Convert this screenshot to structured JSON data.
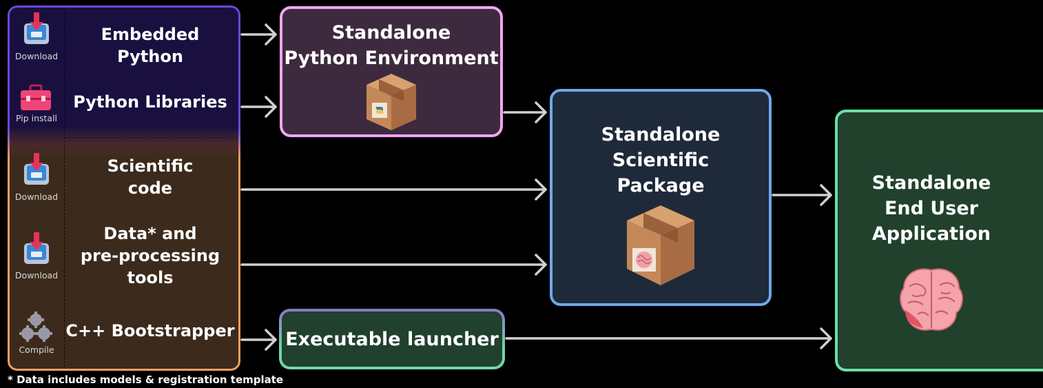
{
  "sources": {
    "embedded_python": {
      "label": "Embedded Python",
      "icon": "download-icon",
      "caption": "Download"
    },
    "python_libraries": {
      "label": "Python Libraries",
      "icon": "toolbox-icon",
      "caption": "Pip install"
    },
    "scientific_code": {
      "label_lines": [
        "Scientific",
        "code"
      ],
      "icon": "download-icon",
      "caption": "Download"
    },
    "data_tools": {
      "label_lines": [
        "Data* and",
        "pre-processing",
        "tools"
      ],
      "icon": "download-icon",
      "caption": "Download"
    },
    "cpp_bootstrapper": {
      "label": "C++ Bootstrapper",
      "icon": "gears-icon",
      "caption": "Compile"
    }
  },
  "nodes": {
    "environment": {
      "title_lines": [
        "Standalone",
        "Python Environment"
      ],
      "icon": "python-package-icon",
      "border": "#f2a6f2"
    },
    "package": {
      "title_lines": [
        "Standalone",
        "Scientific",
        "Package"
      ],
      "icon": "brain-package-icon",
      "border": "#6ea8ea"
    },
    "launcher": {
      "title": "Executable launcher",
      "border": "#6ed9a8"
    },
    "application": {
      "title_lines": [
        "Standalone",
        "End User",
        "Application"
      ],
      "icon": "brain-icon",
      "border": "#68e0a6"
    }
  },
  "footnote": "* Data includes models & registration template",
  "colors": {
    "arrow": "#d0d0d0",
    "top_panel_border": "#6a4ad6",
    "bottom_panel_border": "#f0a060"
  }
}
